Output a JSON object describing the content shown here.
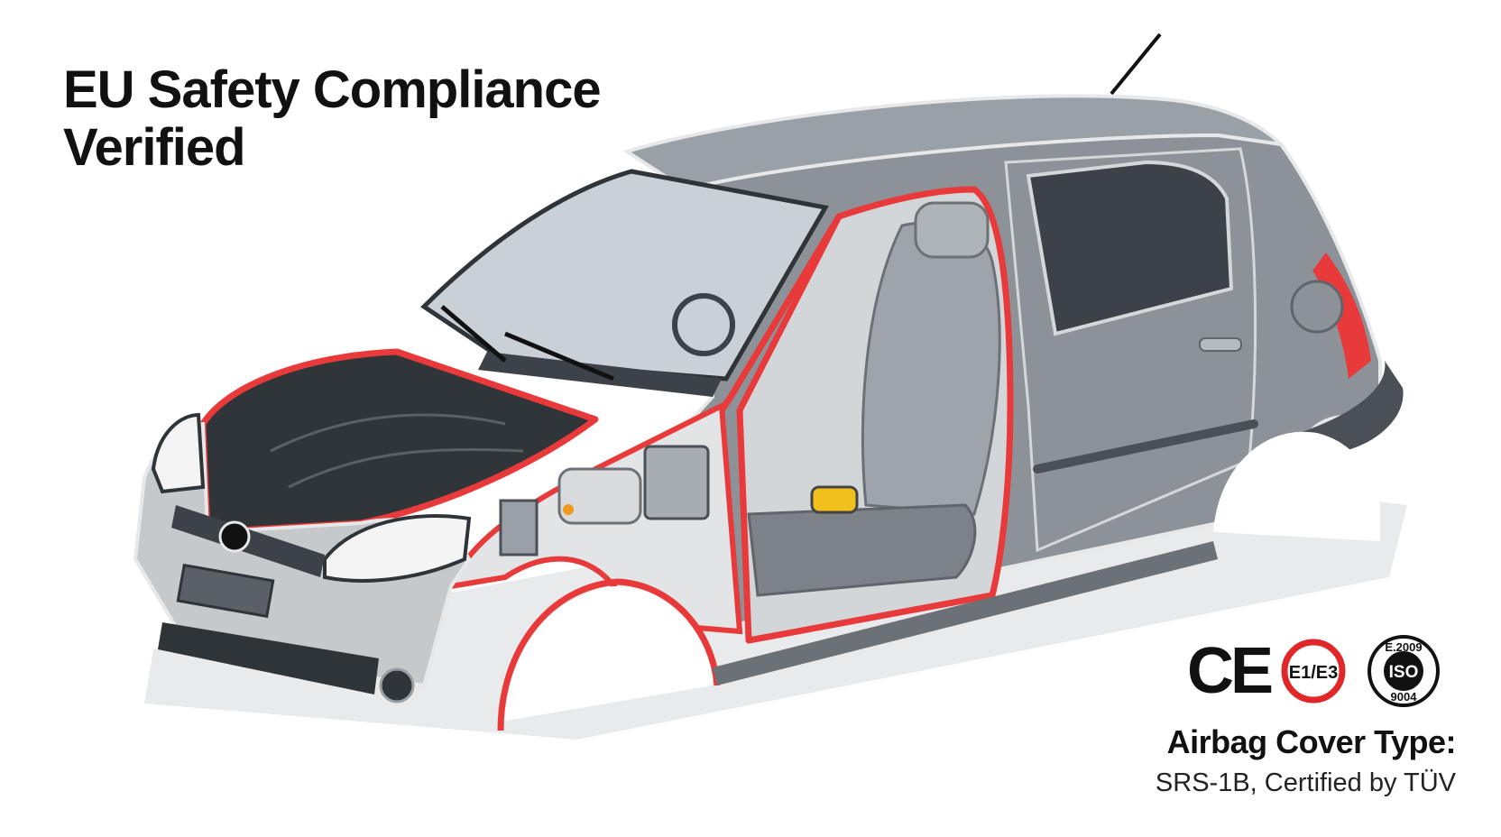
{
  "headline": {
    "line1": "EU Safety Compliance",
    "line2": "Verified"
  },
  "marks": {
    "ce": "CE",
    "e_mark": "E1/E3",
    "iso_top": "E.2009",
    "iso_mid": "ISO",
    "iso_bottom": "9004"
  },
  "info": {
    "title": "Airbag Cover Type:",
    "value": "SRS-1B, Certified by TÜV"
  },
  "colors": {
    "body": "#8c9297",
    "body_dark": "#5f656a",
    "highlight": "#e83a3a",
    "glass": "#c9d1d6",
    "text": "#111111"
  },
  "icons": [
    "car-cutaway-illustration",
    "ce-mark-icon",
    "e-mark-circle-icon",
    "iso-seal-icon",
    "brand-logo-icon"
  ]
}
